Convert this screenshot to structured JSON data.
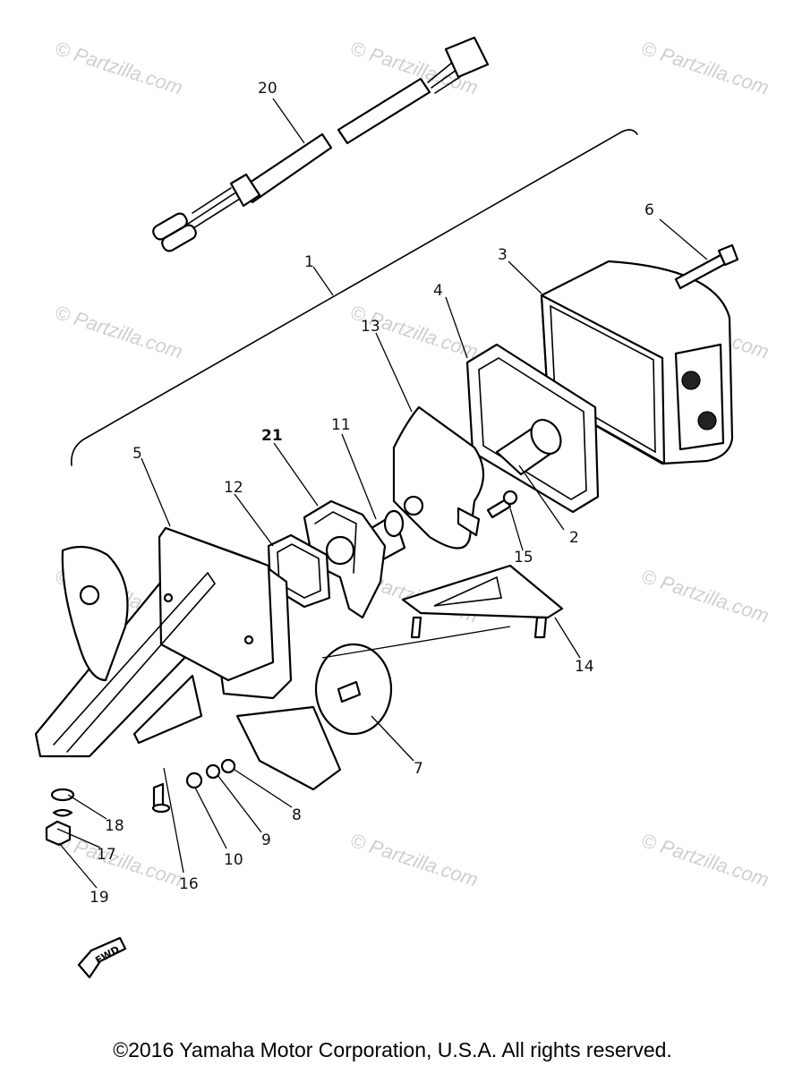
{
  "watermark_text": "© Partzilla.com",
  "callouts": [
    "20",
    "1",
    "6",
    "3",
    "4",
    "13",
    "11",
    "21",
    "5",
    "12",
    "2",
    "15",
    "14",
    "7",
    "8",
    "9",
    "10",
    "16",
    "17",
    "18",
    "19"
  ],
  "fwd_label": "FWD",
  "copyright": "©2016 Yamaha Motor Corporation, U.S.A. All rights reserved."
}
